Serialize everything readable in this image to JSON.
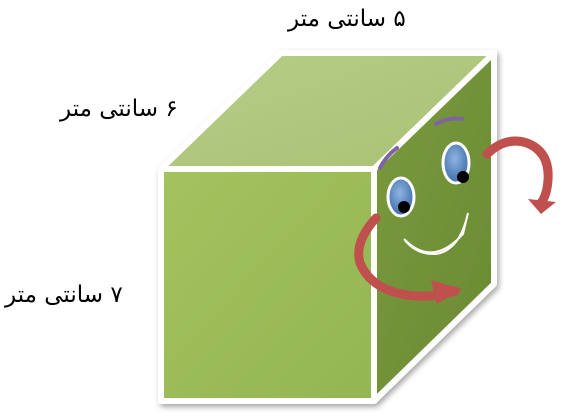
{
  "labels": {
    "width_label": "۵ سانتی متر",
    "depth_label": "۶ سانتی متر",
    "height_label": "۷ سانتی متر"
  },
  "colors": {
    "front_face": "#9bbb59",
    "top_face": "#b3c983",
    "side_face": "#76923c",
    "edge": "#ffffff",
    "eye_blue": "#4f81bd",
    "arrow_red": "#c0504d",
    "smile_orange": "#f79646",
    "eyebrow_purple": "#8064a2"
  },
  "icons": {
    "face": "smiley-face-icon",
    "arrows": "rotate-arrow-icon"
  }
}
